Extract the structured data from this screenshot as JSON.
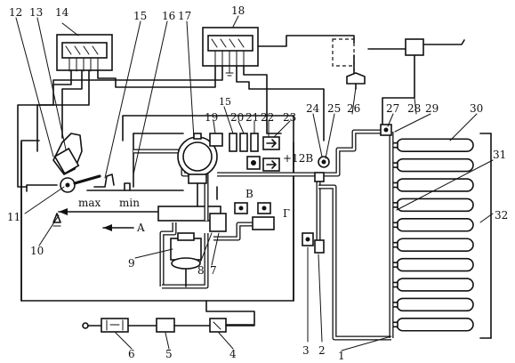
{
  "callouts": {
    "n1": "1",
    "n2": "2",
    "n3": "3",
    "n4": "4",
    "n5": "5",
    "n6": "6",
    "n7": "7",
    "n8": "8",
    "n9": "9",
    "n10": "10",
    "n11": "11",
    "n12": "12",
    "n13": "13",
    "n14": "14",
    "n15": "15",
    "n15b": "15",
    "n16": "16",
    "n17": "17",
    "n18": "18",
    "n19": "19",
    "n20": "20",
    "n21": "21",
    "n22": "22",
    "n23": "23",
    "n24": "24",
    "n25": "25",
    "n26": "26",
    "n27": "27",
    "n28": "28",
    "n29": "29",
    "n30": "30",
    "n31": "31",
    "n32": "32"
  },
  "labels": {
    "max": "max",
    "min": "min",
    "plus12v": "+12B",
    "zone_a": "A",
    "zone_b": "B",
    "zone_g": "Г"
  },
  "cylinders": {
    "count": 10
  }
}
